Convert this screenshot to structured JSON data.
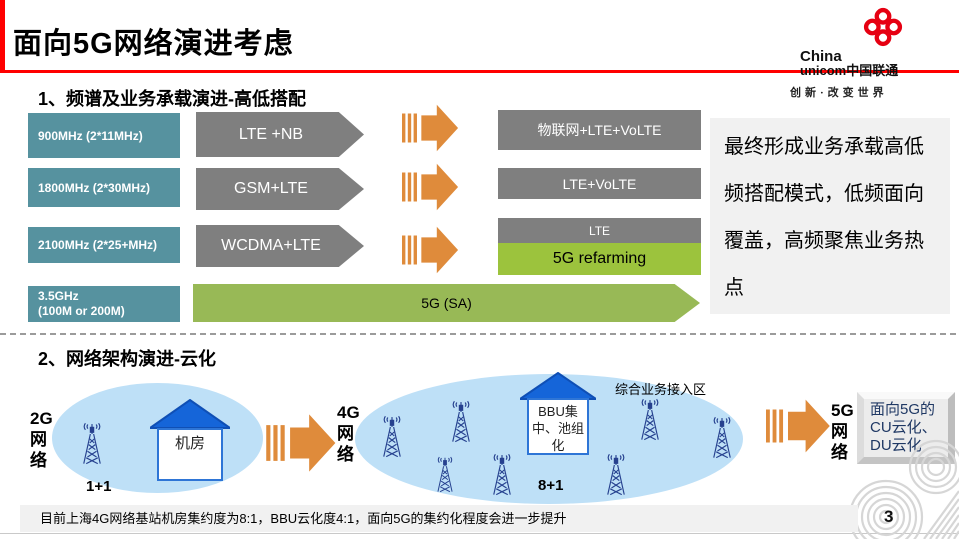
{
  "colors": {
    "accent_red": "#FF0000",
    "logo_red": "#E60012",
    "teal_band": "#56929F",
    "gray_block": "#7F7F7F",
    "green_refarming": "#9CC33D",
    "green_sa": "#98B956",
    "orange_arrow": "#DF8B3B",
    "light_blue_cloud": "#BEE0F7",
    "panel_gray": "#F1F1F1"
  },
  "header": {
    "title": "面向5G网络演进考虑",
    "logo_line1": "China",
    "logo_line2": "unicom中国联通",
    "logo_tagline": "创新·改变世界"
  },
  "section1": {
    "heading": "1、频谱及业务承载演进-高低搭配",
    "bands": [
      {
        "label": "900MHz (2*11MHz)"
      },
      {
        "label": "1800MHz (2*30MHz)"
      },
      {
        "label": "2100MHz (2*25+MHz)"
      },
      {
        "label": "3.5GHz",
        "label2": "(100M or 200M)"
      }
    ],
    "current_arrows": [
      "LTE +NB",
      "GSM+LTE",
      "WCDMA+LTE"
    ],
    "target_boxes": [
      "物联网+LTE+VoLTE",
      "LTE+VoLTE",
      "LTE"
    ],
    "refarming": "5G refarming",
    "sa_arrow": "5G (SA)",
    "note": "最终形成业务承载高低频搭配模式，低频面向覆盖，高频聚焦业务热点"
  },
  "section2": {
    "heading": "2、网络架构演进-云化",
    "stage_2g": {
      "line1": "2G",
      "line2": "网",
      "line3": "络",
      "room": "机房",
      "ratio": "1+1"
    },
    "stage_4g": {
      "line1": "4G",
      "line2": "网",
      "line3": "络",
      "bbu": "BBU集中、池组化",
      "zone": "综合业务接入区",
      "ratio": "8+1"
    },
    "stage_5g": {
      "line1": "5G",
      "line2": "网",
      "line3": "络",
      "box_line1": "面向5G的",
      "box_line2": "CU云化、",
      "box_line3": "DU云化"
    }
  },
  "footer": {
    "note": "目前上海4G网络基站机房集约度为8:1，BBU云化度4:1，面向5G的集约化程度会进一步提升",
    "page": "3"
  }
}
